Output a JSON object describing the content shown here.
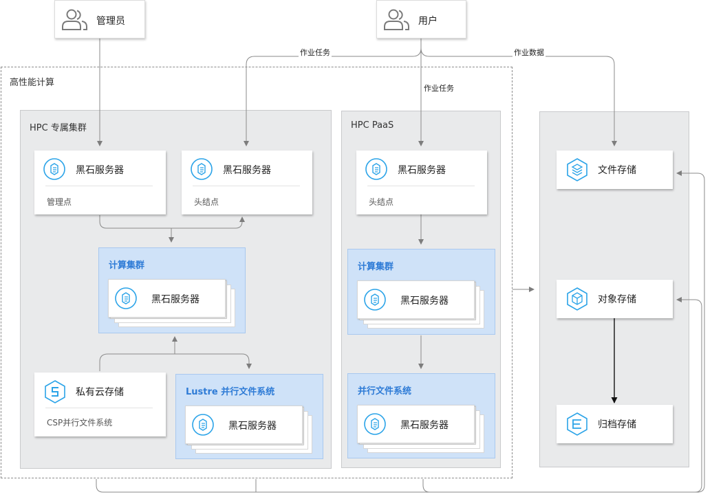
{
  "users": {
    "admin": "管理员",
    "user": "用户"
  },
  "edge_labels": {
    "job_task_left": "作业任务",
    "job_task_down": "作业任务",
    "job_data": "作业数据"
  },
  "hpc": {
    "title": "高性能计算",
    "dedicated": {
      "title": "HPC 专属集群",
      "mgmt_server": "黑石服务器",
      "mgmt_sub": "管理点",
      "head_server": "黑石服务器",
      "head_sub": "头结点",
      "compute_cluster_title": "计算集群",
      "compute_server": "黑石服务器",
      "private_storage": "私有云存储",
      "private_storage_sub": "CSP并行文件系统",
      "lustre_title": "Lustre 并行文件系统",
      "lustre_server": "黑石服务器"
    },
    "paas": {
      "title": "HPC PaaS",
      "head_server": "黑石服务器",
      "head_sub": "头结点",
      "compute_cluster_title": "计算集群",
      "compute_server": "黑石服务器",
      "parallel_fs_title": "并行文件系统",
      "parallel_fs_server": "黑石服务器"
    }
  },
  "storage": {
    "file": "文件存储",
    "object": "对象存储",
    "archive": "归档存储"
  },
  "colors": {
    "accent_blue": "#2e7bd6",
    "icon_blue": "#2aa3e8",
    "group_gray": "#e9eaeb",
    "blue_group": "#cfe2f8"
  }
}
